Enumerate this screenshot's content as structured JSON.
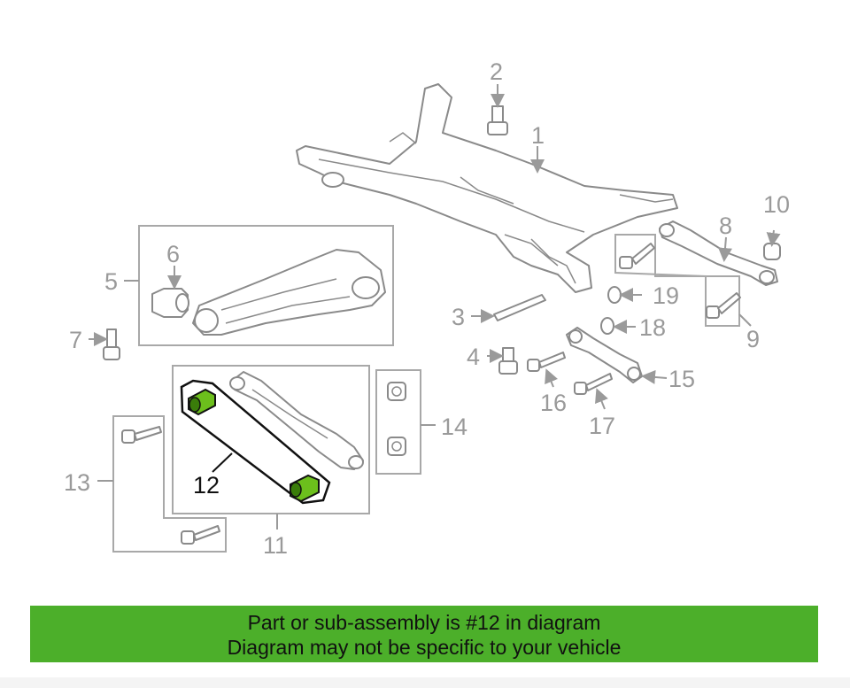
{
  "diagram": {
    "labels": {
      "l1": "1",
      "l2": "2",
      "l3": "3",
      "l4": "4",
      "l5": "5",
      "l6": "6",
      "l7": "7",
      "l8": "8",
      "l9": "9",
      "l10": "10",
      "l11": "11",
      "l12": "12",
      "l13": "13",
      "l14": "14",
      "l15": "15",
      "l16": "16",
      "l17": "17",
      "l18": "18",
      "l19": "19"
    },
    "highlight_color": "#7ec82a"
  },
  "banner": {
    "line1": "Part or sub-assembly is #12 in diagram",
    "line2": "Diagram may not be specific to your vehicle",
    "color": "#4caf2a"
  }
}
